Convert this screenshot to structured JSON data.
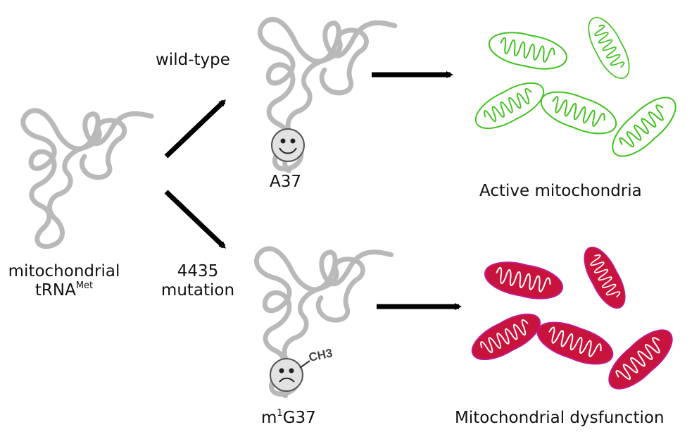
{
  "colors": {
    "trna": "#b9b9b9",
    "arrow": "#000000",
    "active": "#3fc21c",
    "dysfunction": "#c8133c",
    "dysfunction_outline": "#c01a8e"
  },
  "left": {
    "line1": "mitochondrial",
    "line2": "tRNA",
    "line2_sup": "Met"
  },
  "branch_top": {
    "label": "wild-type",
    "base": "A37",
    "base_icon": "smiley-face-icon"
  },
  "branch_bottom": {
    "label_line1": "4435",
    "label_line2": "mutation",
    "base_prefix": "m",
    "base_sup": "1",
    "base_suffix": "G37",
    "methyl": "CH3",
    "base_icon": "sad-face-icon"
  },
  "outcome_top": "Active mitochondria",
  "outcome_bottom": "Mitochondrial dysfunction"
}
